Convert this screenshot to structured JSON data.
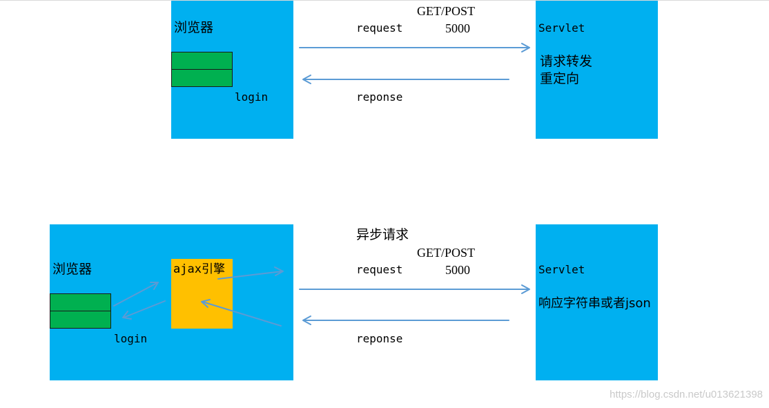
{
  "top": {
    "browser_label": "浏览器",
    "login_label": "login",
    "method_label": "GET/POST",
    "request_label": "request",
    "port_label": "5000",
    "response_label": "reponse",
    "server_label": "Servlet",
    "server_ops": [
      "请求转发",
      "重定向"
    ]
  },
  "bottom": {
    "browser_label": "浏览器",
    "login_label": "login",
    "engine_label": "ajax引擎",
    "async_label": "异步请求",
    "method_label": "GET/POST",
    "request_label": "request",
    "port_label": "5000",
    "response_label": "reponse",
    "server_label": "Servlet",
    "server_response": "响应字符串或者json"
  },
  "watermark": "https://blog.csdn.net/u013621398",
  "colors": {
    "box_fill": "#00b0f0",
    "form_fill": "#00b050",
    "engine_fill": "#ffc000",
    "arrow": "#5b9bd5"
  }
}
